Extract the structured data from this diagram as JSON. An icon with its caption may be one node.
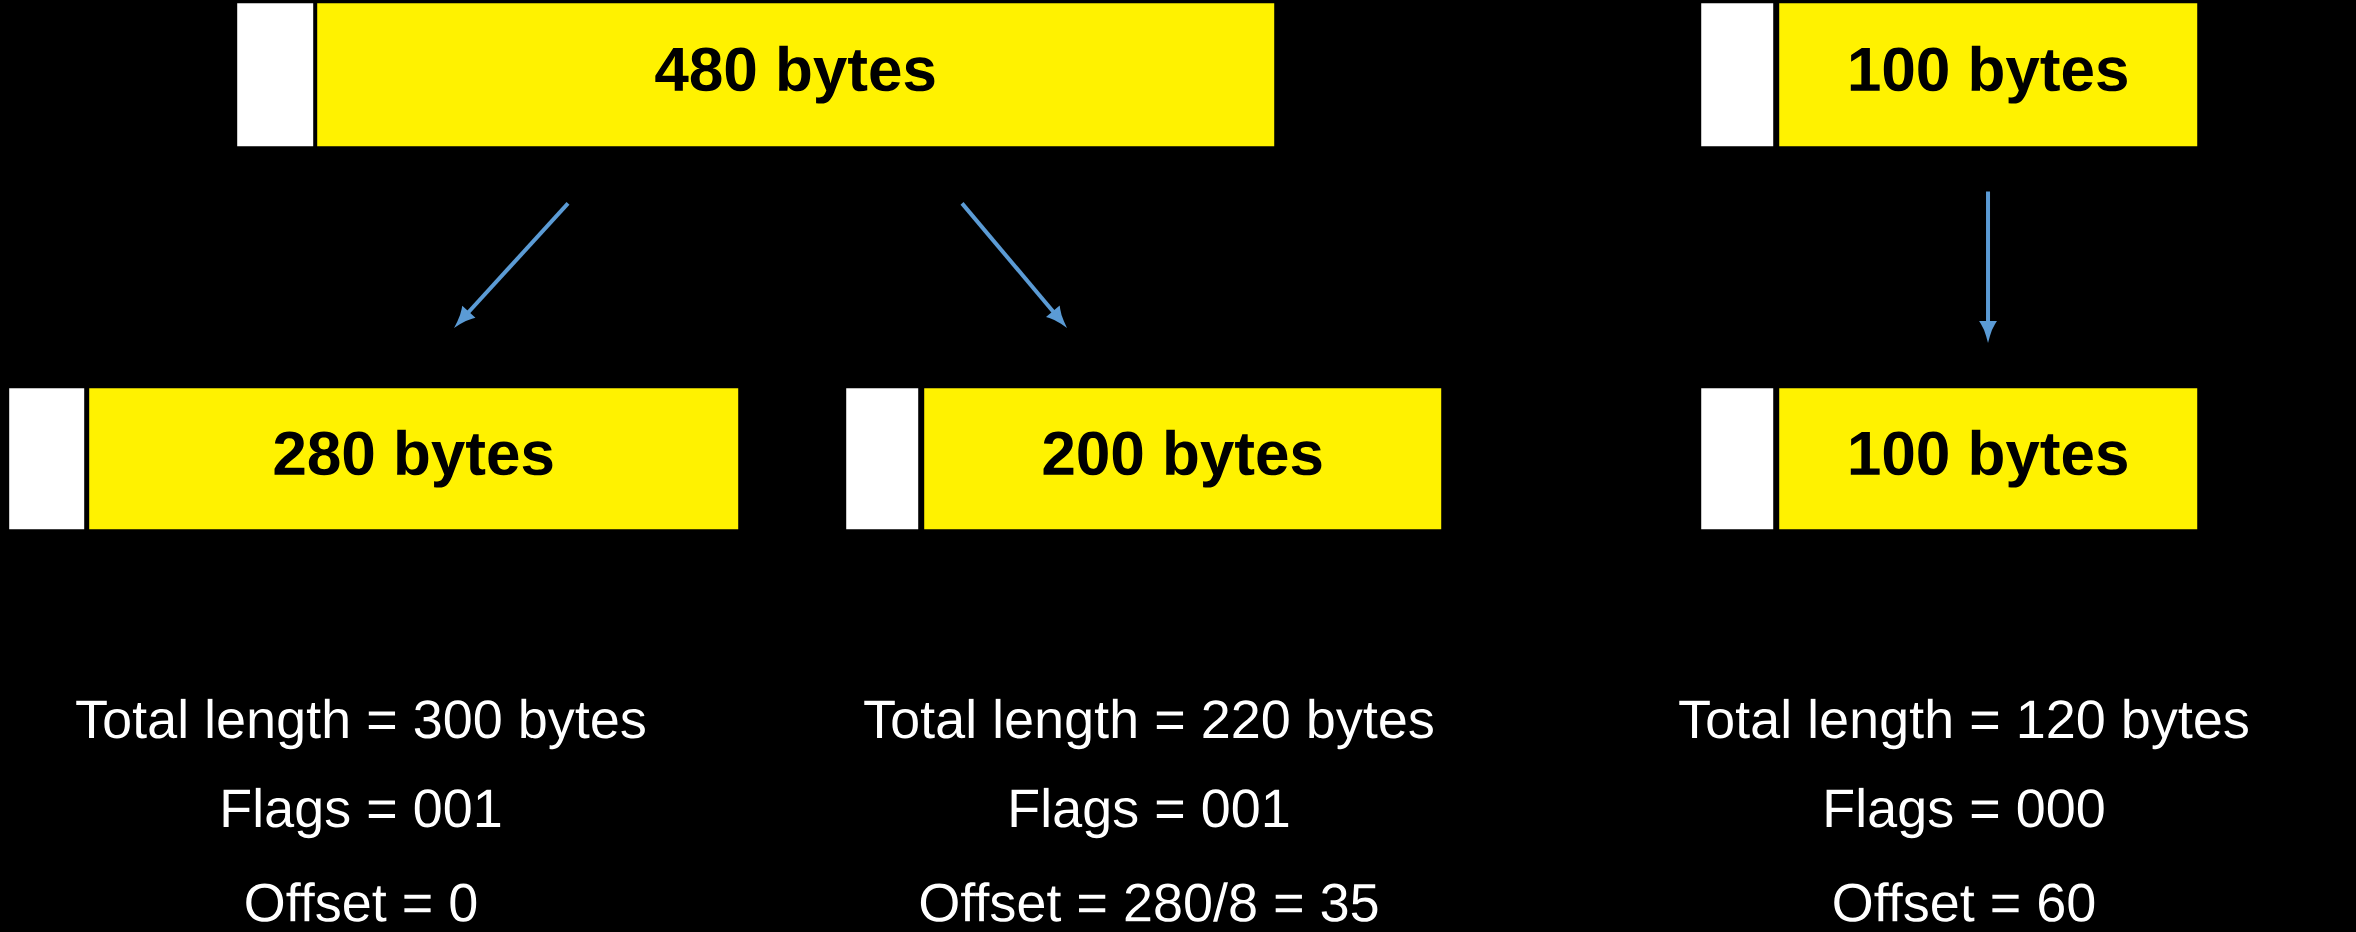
{
  "diagram": {
    "nodes": [
      {
        "text": [],
        "shape": "box"
      },
      {
        "text": [
          "480 bytes"
        ]
      },
      {
        "text": [],
        "shape": "box"
      },
      {
        "text": [
          "100 bytes"
        ]
      },
      {
        "text": [],
        "shape": "box"
      },
      {
        "text": [
          "280 bytes"
        ],
        "beside": [
          "Total length = 300 bytes",
          "Flags = 001",
          "Offset = 0"
        ]
      },
      {
        "text": [],
        "shape": "box"
      },
      {
        "text": [
          "200 bytes"
        ],
        "beside": [
          "Total length = 220 bytes",
          "Flags = 001",
          "Offset = 280/8 = 35"
        ]
      },
      {
        "text": [],
        "shape": "box"
      },
      {
        "text": [
          "100 bytes"
        ],
        "beside": [
          "Total length = 120 bytes",
          "Flags = 000",
          "Offset = 60"
        ]
      }
    ],
    "edges": [
      {
        "from": 1,
        "to": 5,
        "arrow": "to",
        "color": "#5b9bd5"
      },
      {
        "from": 1,
        "to": 7,
        "arrow": "to",
        "color": "#5b9bd5"
      },
      {
        "from": 3,
        "to": 9,
        "arrow": "to",
        "color": "#5b9bd5"
      }
    ]
  }
}
